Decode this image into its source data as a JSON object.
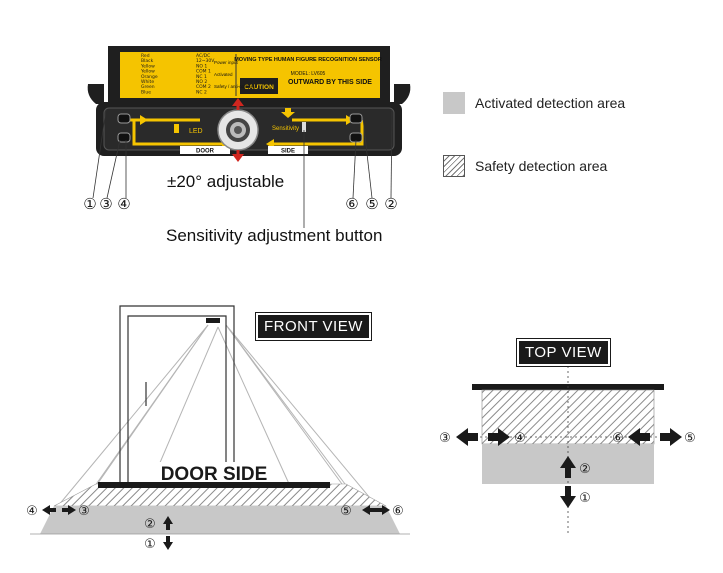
{
  "legend": {
    "activated": "Activated detection area",
    "safety": "Safety detection area"
  },
  "sensor": {
    "title": "MOVING TYPE HUMAN FIGURE RECOGNITION SENSOR",
    "model": "MODEL: LV605",
    "caution": "CAUTION",
    "outward": "OUTWARD BY THIS SIDE",
    "wires": [
      "Red",
      "Black",
      "Yellow",
      "Yellow",
      "Orange",
      "White",
      "Green",
      "Blue"
    ],
    "signals": [
      "AC/DC",
      "12~30V",
      "NO 1",
      "COM 1",
      "NC 1",
      "NO 2",
      "COM 2",
      "NC 2"
    ],
    "groups": [
      "Power input",
      "Activated",
      "Safety / anti-collision"
    ],
    "led": "LED",
    "sensitivity": "Sensitivity",
    "door_tab": "DOOR",
    "side_tab": "SIDE"
  },
  "angle_caption": "±20° adjustable",
  "sensitivity_caption": "Sensitivity adjustment button",
  "callouts_left": [
    "①",
    "③",
    "④"
  ],
  "callouts_right": [
    "⑥",
    "⑤",
    "②"
  ],
  "front_view": {
    "title": "FRONT VIEW",
    "door_side": "DOOR  SIDE",
    "markers": [
      "④",
      "③",
      "⑤",
      "⑥",
      "②",
      "①"
    ]
  },
  "top_view": {
    "title": "TOP VIEW",
    "markers": [
      "③",
      "④",
      "⑥",
      "⑤",
      "②",
      "①"
    ]
  },
  "colors": {
    "accent": "#f5c400",
    "dark": "#1a1a1a",
    "gray": "#c8c8c8",
    "arrow_red": "#d0261f"
  }
}
